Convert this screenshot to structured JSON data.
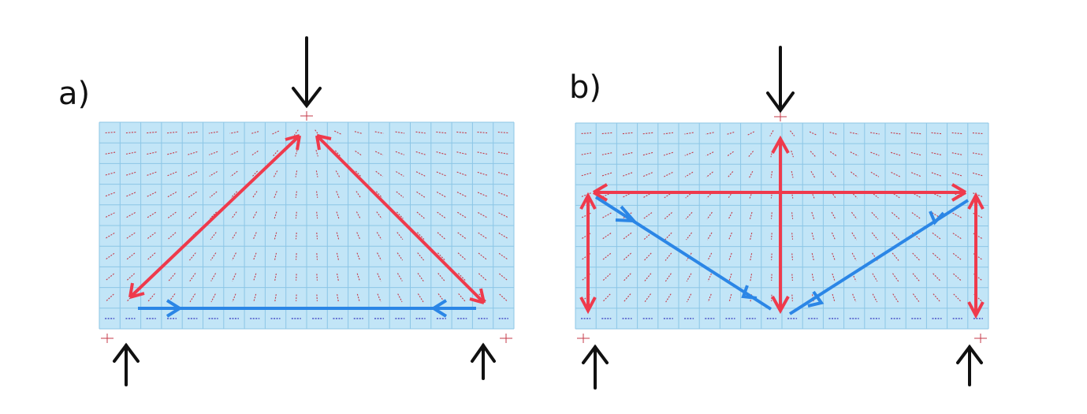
{
  "panels": [
    {
      "id": "a",
      "label": "a)",
      "model": "triangle"
    },
    {
      "id": "b",
      "label": "b)",
      "model": "strut-and-tie"
    }
  ],
  "colors": {
    "mesh_fill": "#c2e5f7",
    "mesh_line": "#8cc6e6",
    "compression": "#ef3a4c",
    "tension": "#2b86e6",
    "stress_comp": "#c63a48",
    "stress_tens": "#2323b8",
    "load_arrow": "#111111",
    "label": "#111111"
  },
  "icons": {
    "load": "down-arrow-icon",
    "support": "up-arrow-icon"
  }
}
